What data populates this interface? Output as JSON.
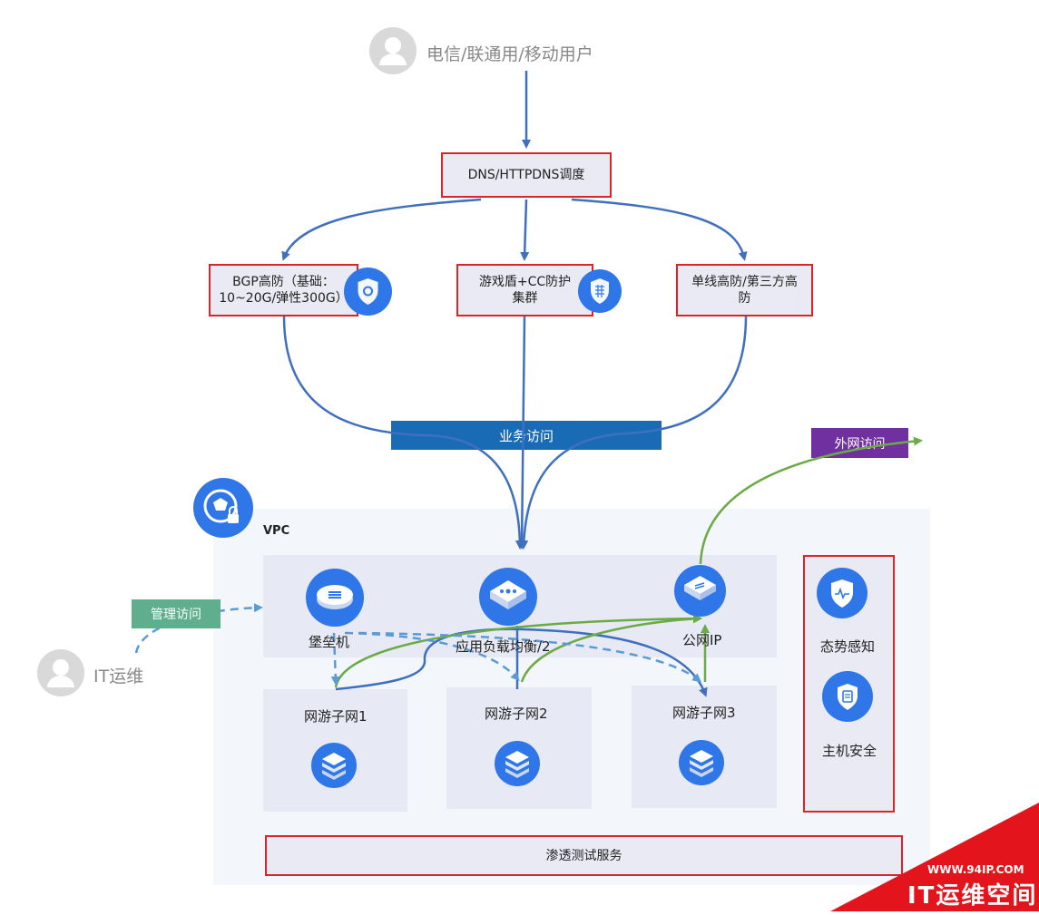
{
  "top_user": {
    "label": "电信/联通用/移动用户"
  },
  "dns": {
    "label": "DNS/HTTPDNS调度"
  },
  "defense": {
    "bgp": {
      "label": "BGP高防（基础：10~20G/弹性300G）"
    },
    "game": {
      "label": "游戏盾+CC防护集群"
    },
    "single": {
      "label": "单线高防/第三方高防"
    }
  },
  "business_access": {
    "label": "业务访问"
  },
  "external_access": {
    "label": "外网访问"
  },
  "management_access": {
    "label": "管理访问"
  },
  "it_ops": {
    "label": "IT运维"
  },
  "vpc": {
    "label": "VPC",
    "bastion": {
      "label": "堡垒机"
    },
    "load_balancer": {
      "label": "应用负载均衡/2"
    },
    "public_ip": {
      "label": "公网IP"
    },
    "subnets": [
      {
        "label": "网游子网1"
      },
      {
        "label": "网游子网2"
      },
      {
        "label": "网游子网3"
      }
    ],
    "security": {
      "situation": {
        "label": "态势感知"
      },
      "host": {
        "label": "主机安全"
      }
    },
    "pentest": {
      "label": "渗透测试服务"
    }
  },
  "watermark": {
    "url": "WWW.94IP.COM",
    "name": "IT运维空间"
  },
  "colors": {
    "blue_arrow": "#3f6fbf",
    "green_arrow": "#6aab45",
    "dashed": "#5b9bd5",
    "red_border": "#d9242a",
    "biz_bar": "#1a6bb6",
    "ext_tag": "#7030a0",
    "mgmt_tag": "#5faf8f",
    "watermark": "#e3141b"
  }
}
